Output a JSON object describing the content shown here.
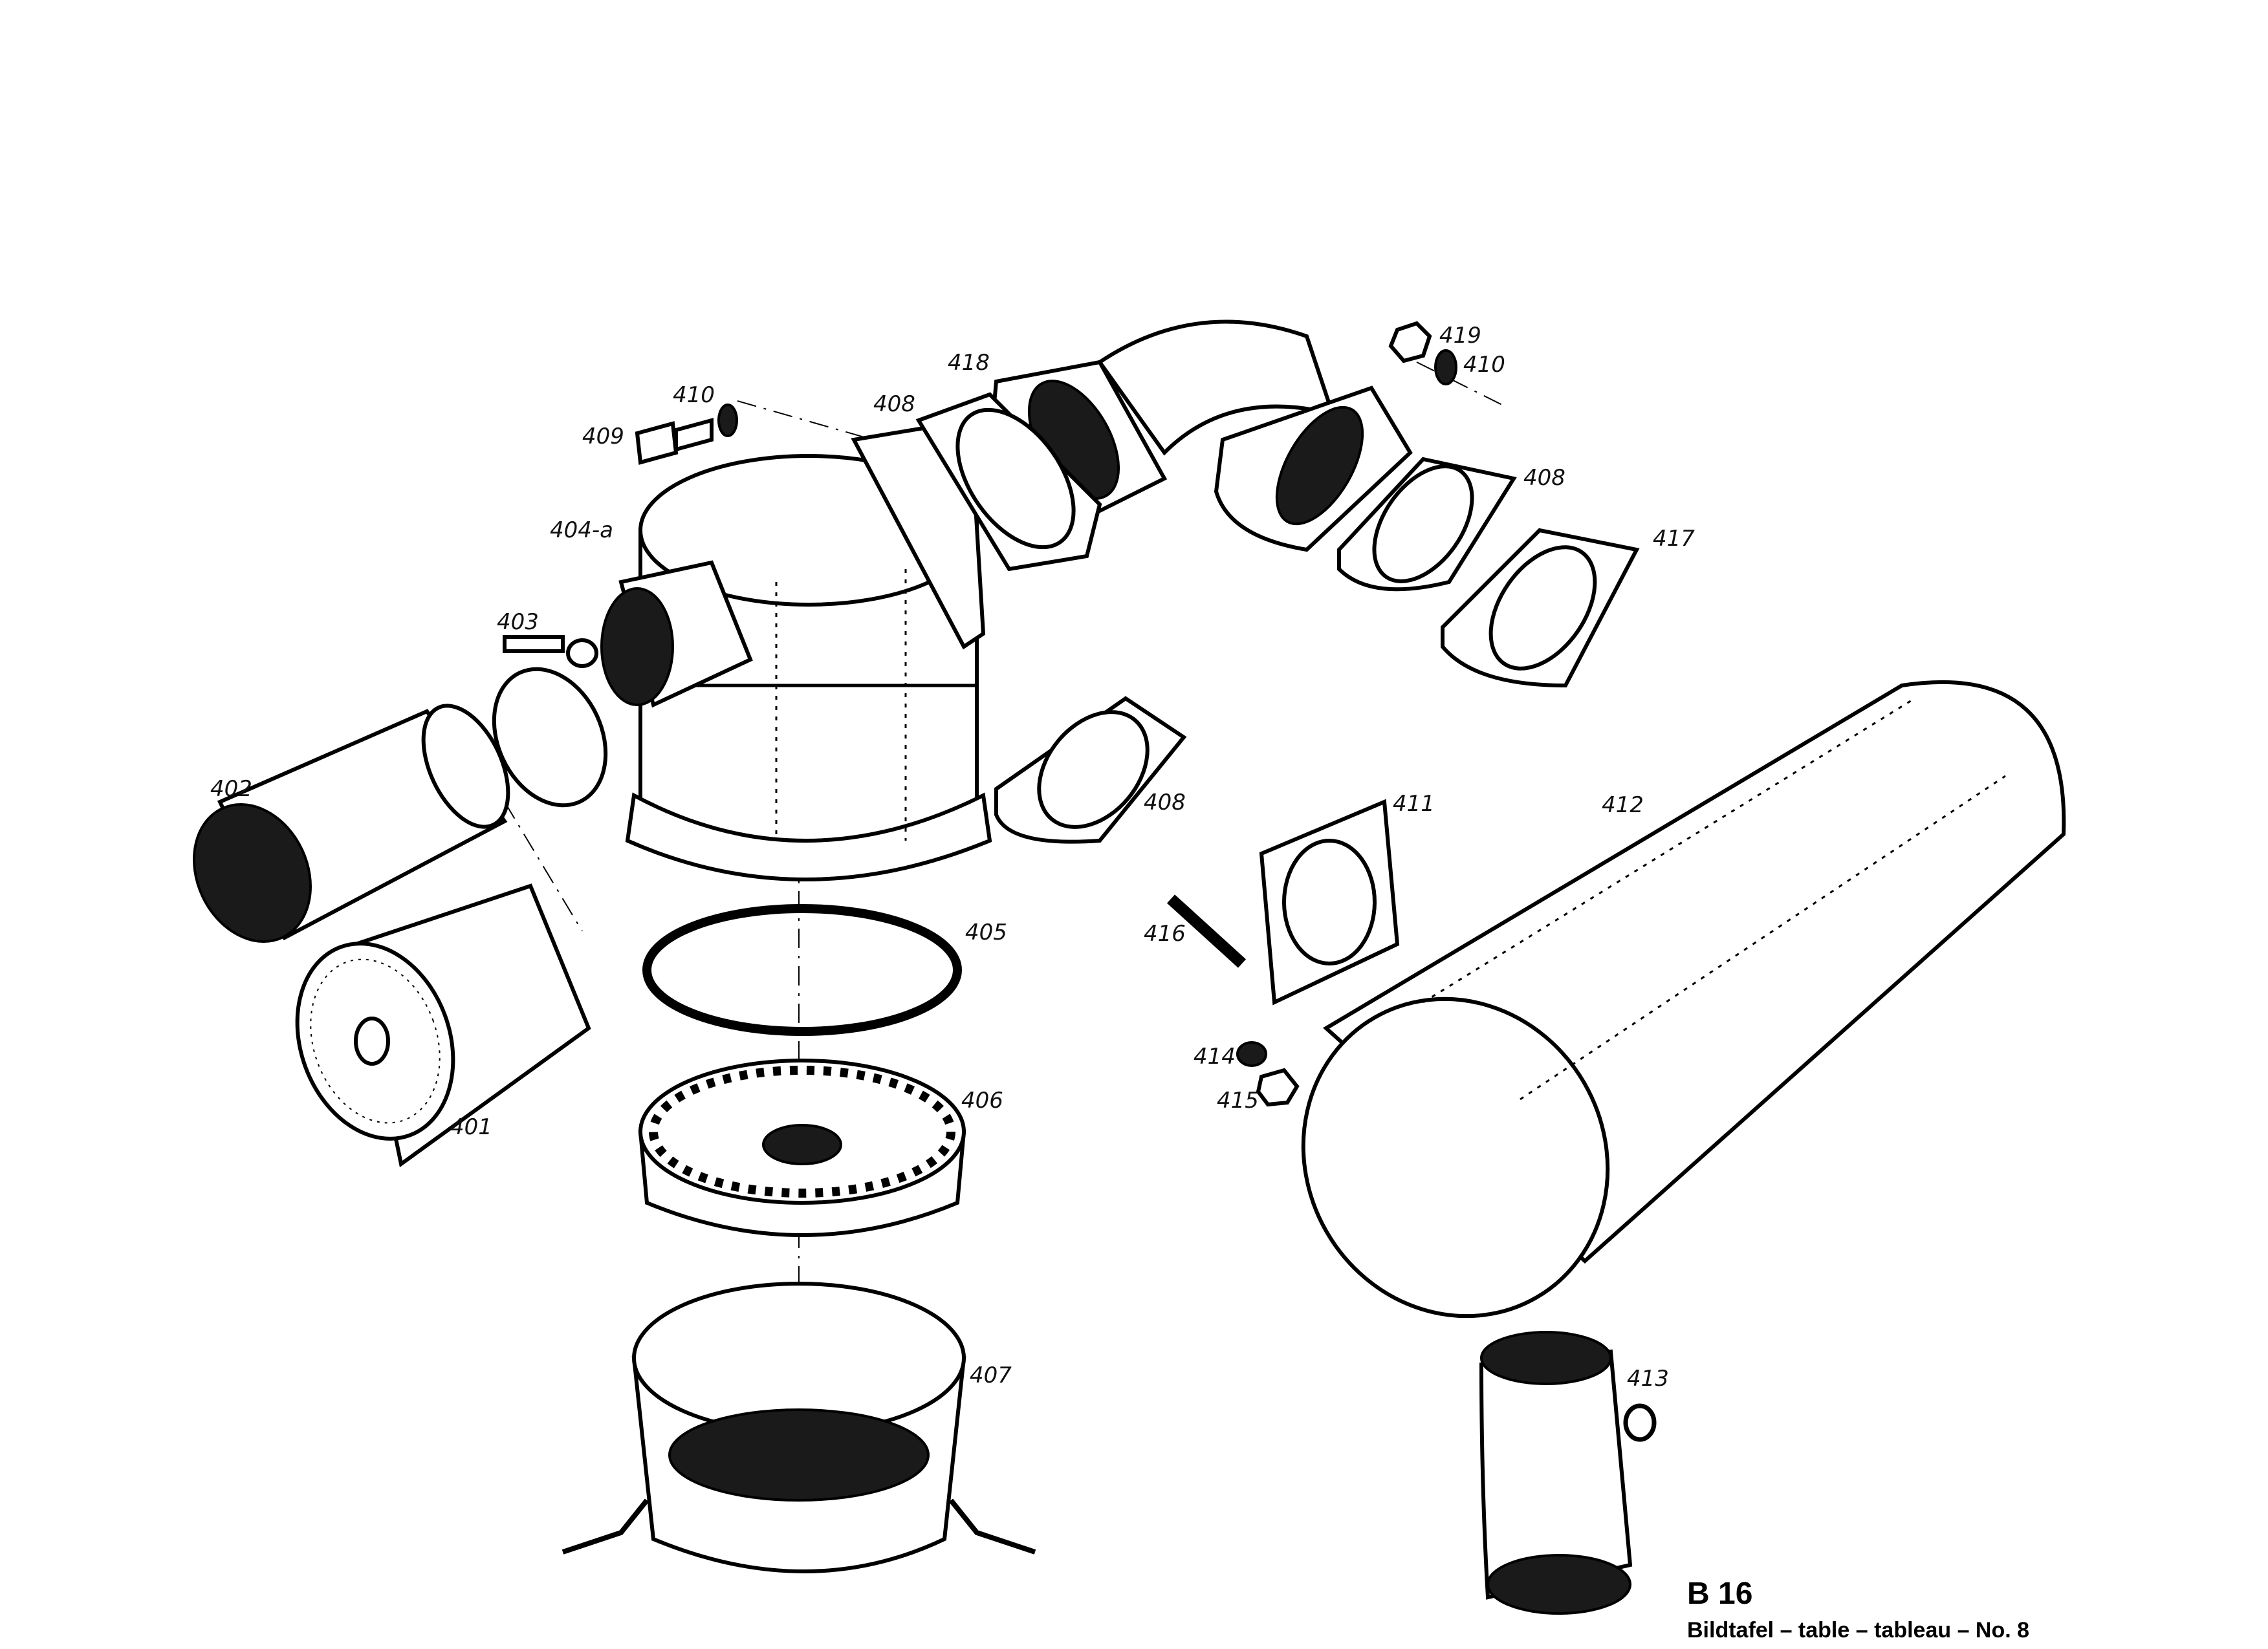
{
  "plate": {
    "code": "B 16",
    "caption": "Bildtafel – table – tableau – No. 8"
  },
  "labels": {
    "p401": "401",
    "p402": "402",
    "p403": "403",
    "p404a": "404-a",
    "p405": "405",
    "p406": "406",
    "p407": "407",
    "p408a": "408",
    "p408b": "408",
    "p408c": "408",
    "p409": "409",
    "p410a": "410",
    "p410b": "410",
    "p411": "411",
    "p412": "412",
    "p413": "413",
    "p414": "414",
    "p415": "415",
    "p416": "416",
    "p417": "417",
    "p418": "418",
    "p419": "419"
  }
}
